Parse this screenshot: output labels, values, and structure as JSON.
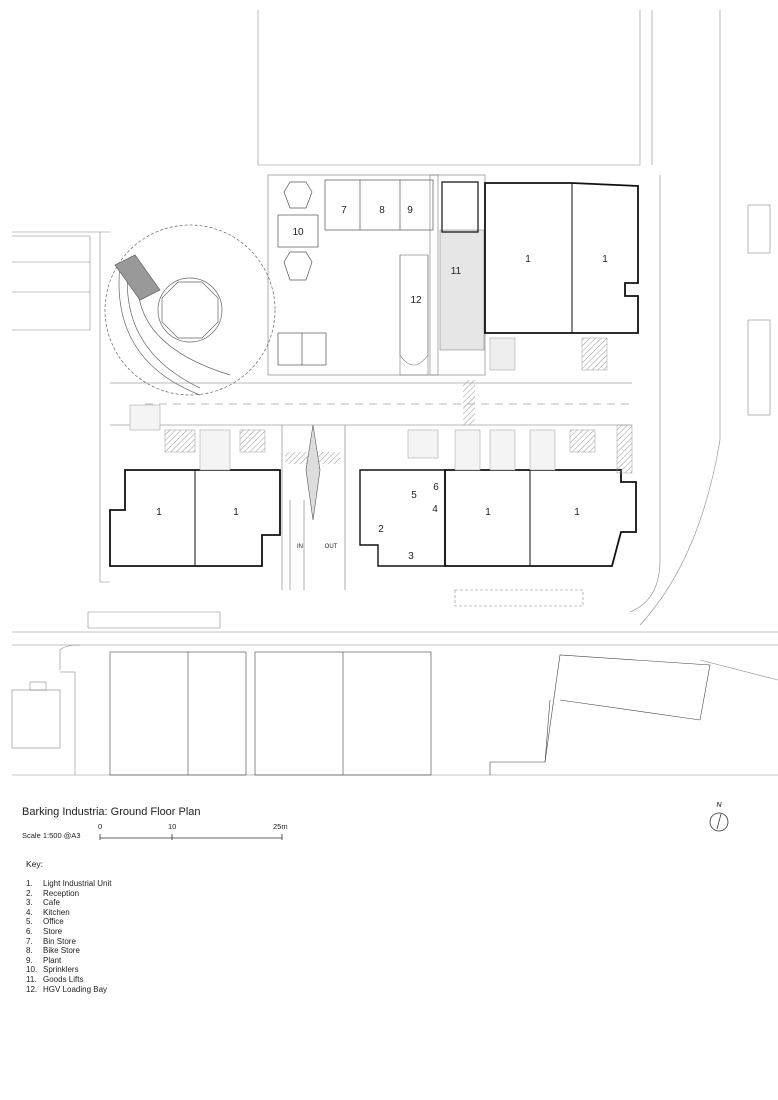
{
  "labels": {
    "unit": "1",
    "reception": "2",
    "cafe": "3",
    "kitchen": "4",
    "office": "5",
    "store": "6",
    "bin_store": "7",
    "bike_store": "8",
    "plant": "9",
    "sprinklers": "10",
    "goods_lifts": "11",
    "hgv_bay": "12",
    "in": "IN",
    "out": "OUT"
  },
  "title": "Barking Industria: Ground Floor Plan",
  "scale": {
    "text": "Scale 1:500 @A3",
    "ticks": [
      "0",
      "10",
      "25m"
    ]
  },
  "north": "N",
  "key": {
    "heading": "Key:",
    "items": [
      {
        "num": "1.",
        "label": "Light Industrial Unit"
      },
      {
        "num": "2.",
        "label": "Reception"
      },
      {
        "num": "3.",
        "label": "Cafe"
      },
      {
        "num": "4.",
        "label": "Kitchen"
      },
      {
        "num": "5.",
        "label": "Office"
      },
      {
        "num": "6.",
        "label": "Store"
      },
      {
        "num": "7.",
        "label": "Bin Store"
      },
      {
        "num": "8.",
        "label": "Bike Store"
      },
      {
        "num": "9.",
        "label": "Plant"
      },
      {
        "num": "10.",
        "label": "Sprinklers"
      },
      {
        "num": "11.",
        "label": "Goods Lifts"
      },
      {
        "num": "12.",
        "label": "HGV Loading Bay"
      }
    ]
  }
}
